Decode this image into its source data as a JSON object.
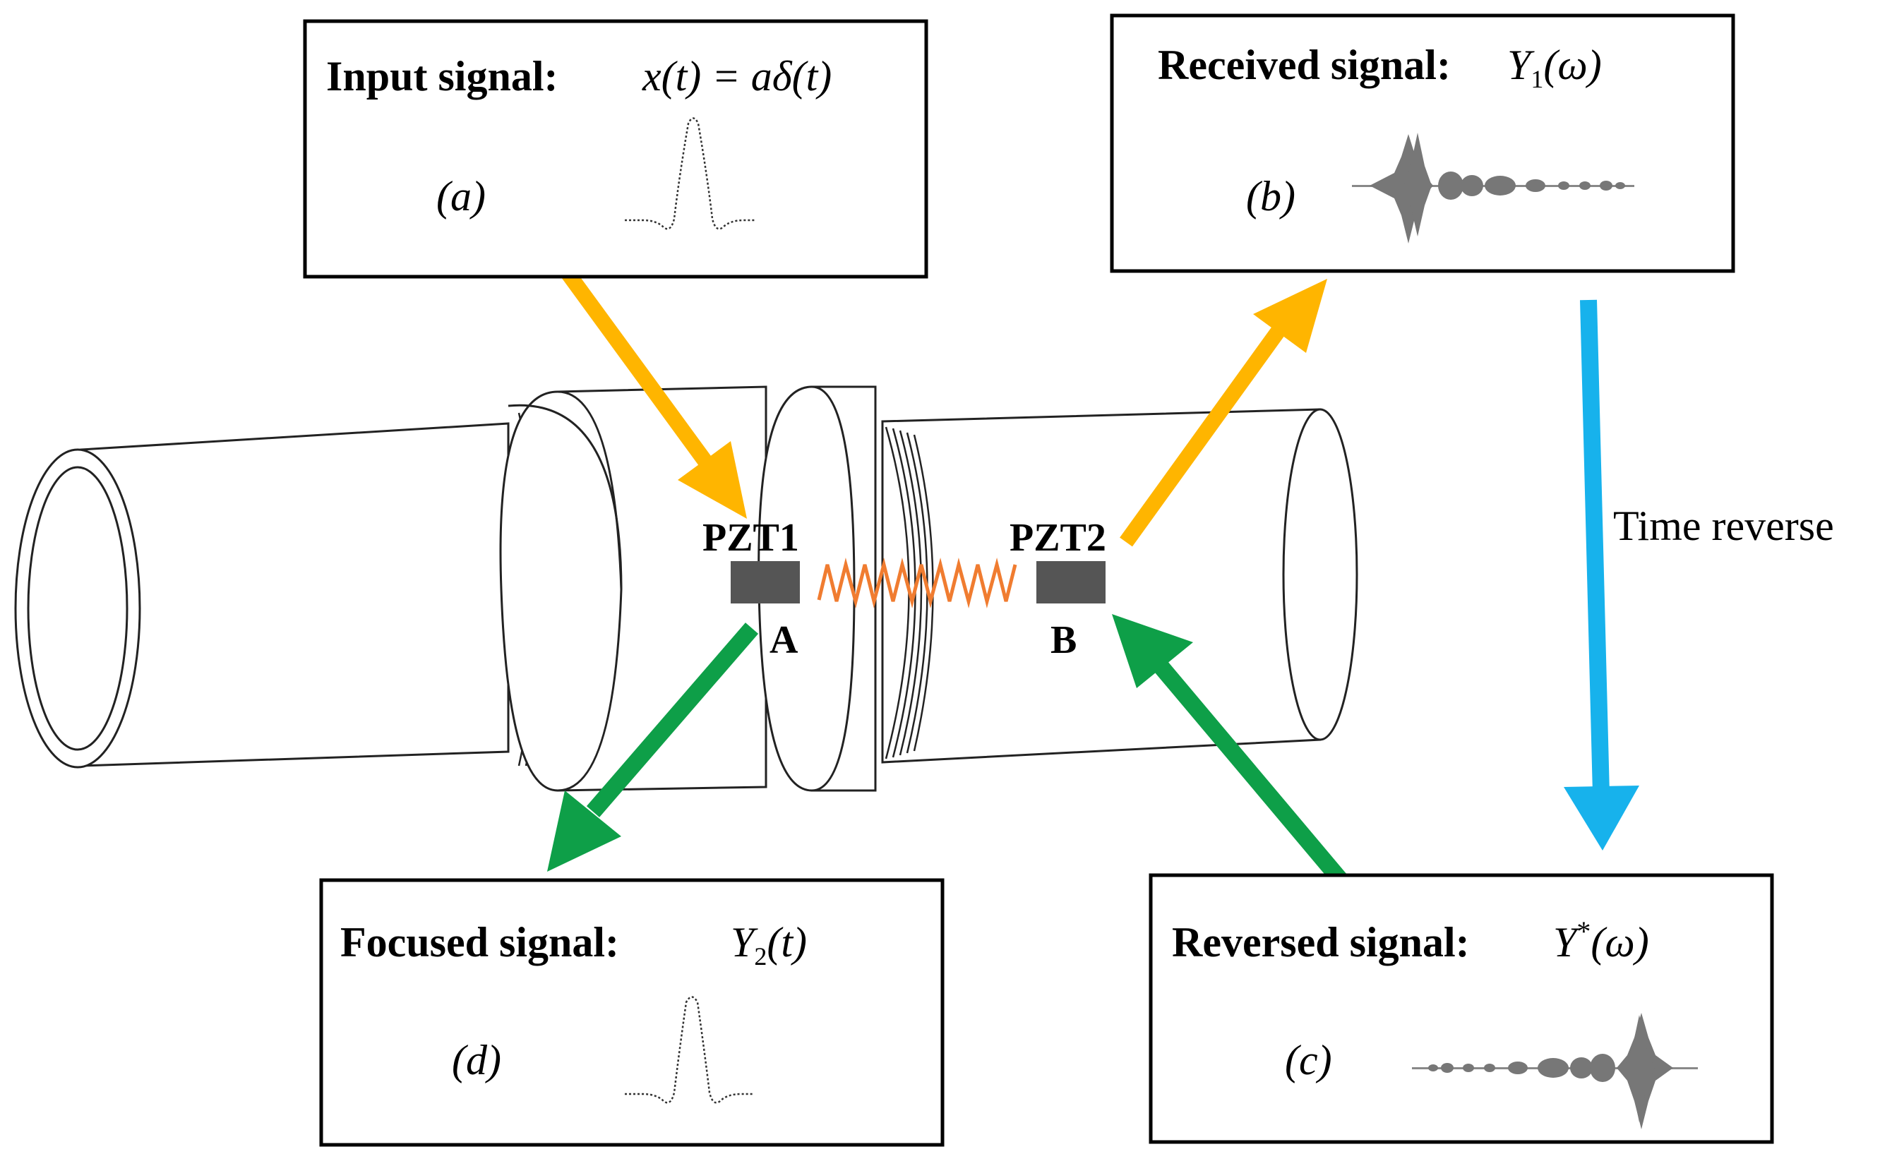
{
  "panels": {
    "input": {
      "title": "Input signal:",
      "formula": "x(t) = aδ(t)",
      "tag": "(a)"
    },
    "received": {
      "title": "Received signal:",
      "formula_main": "Y",
      "formula_sub": "1",
      "formula_rest": "(ω)",
      "tag": "(b)"
    },
    "reversed": {
      "title": "Reversed signal:",
      "formula_main": "Y",
      "formula_sup": "*",
      "formula_rest": "(ω)",
      "tag": "(c)"
    },
    "focused": {
      "title": "Focused signal:",
      "formula_main": "Y",
      "formula_sub": "2",
      "formula_rest": "(t)",
      "tag": "(d)"
    }
  },
  "sensors": {
    "pzt1": {
      "label": "PZT1",
      "point": "A"
    },
    "pzt2": {
      "label": "PZT2",
      "point": "B"
    }
  },
  "side_label": "Time reverse",
  "colors": {
    "input_arrow": "#FFB500",
    "return_arrow": "#0E9F48",
    "time_reverse_arrow": "#17B2EC",
    "wave": "#F07C30",
    "sensor": "#555555"
  }
}
